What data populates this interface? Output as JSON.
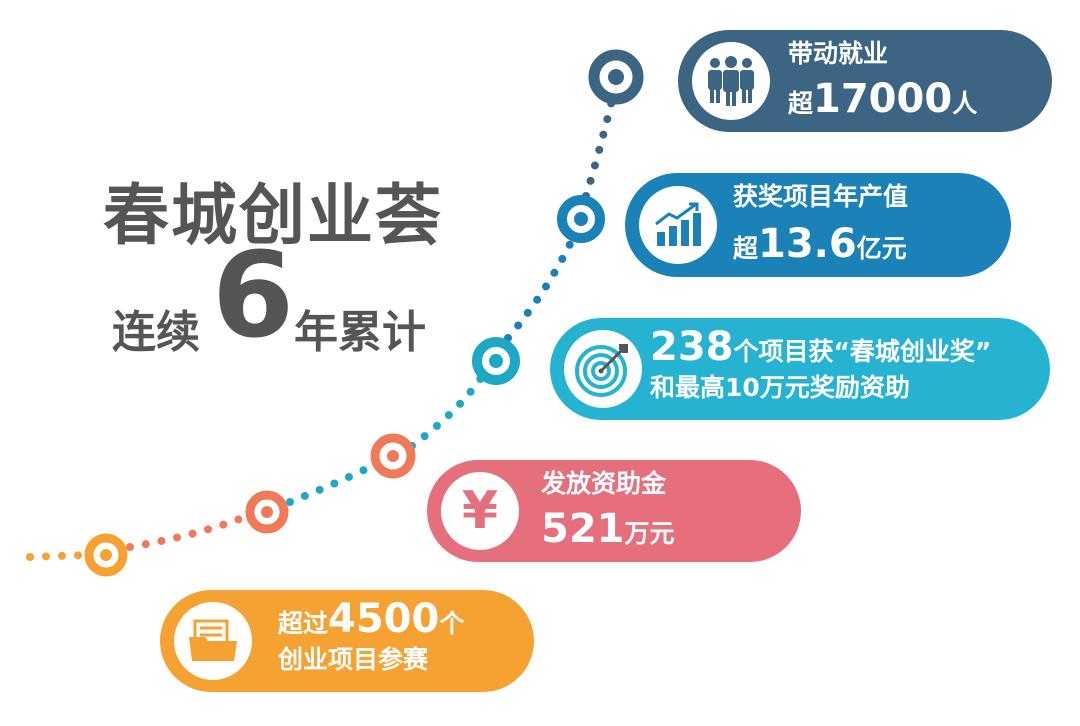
{
  "headline": {
    "line1": "春城创业荟",
    "line2_prefix": "连续",
    "line2_number": "6",
    "line2_suffix": "年累计"
  },
  "stats": [
    {
      "id": "employment",
      "line1": "带动就业",
      "prefix": "超",
      "number": "17000",
      "unit": "人",
      "icon": "people-group-icon",
      "color": "#3c6583"
    },
    {
      "id": "output",
      "line1": "获奖项目年产值",
      "prefix": "超",
      "number": "13.6",
      "unit": "亿元",
      "icon": "bar-chart-growth-icon",
      "color": "#1a82b6"
    },
    {
      "id": "award",
      "number": "238",
      "line1_rest": "个项目获“春城创业奖”",
      "line2_pre": "和最高",
      "line2_num": "10",
      "line2_post": "万元奖励资助",
      "icon": "target-icon",
      "color": "#26b3d2"
    },
    {
      "id": "funding",
      "line1": "发放资助金",
      "number": "521",
      "unit": "万元",
      "icon": "yuan-icon",
      "color": "#e56f7d"
    },
    {
      "id": "projects",
      "prefix": "超过",
      "number": "4500",
      "unit": "个",
      "line2": "创业项目参赛",
      "icon": "folder-icon",
      "color": "#f6a233"
    }
  ],
  "colors": {
    "title": "#555555",
    "orange": "#f6a233",
    "coral": "#ef7a5a",
    "teal": "#1fa8c4",
    "blue": "#1a82b6",
    "navy": "#3c6583"
  }
}
